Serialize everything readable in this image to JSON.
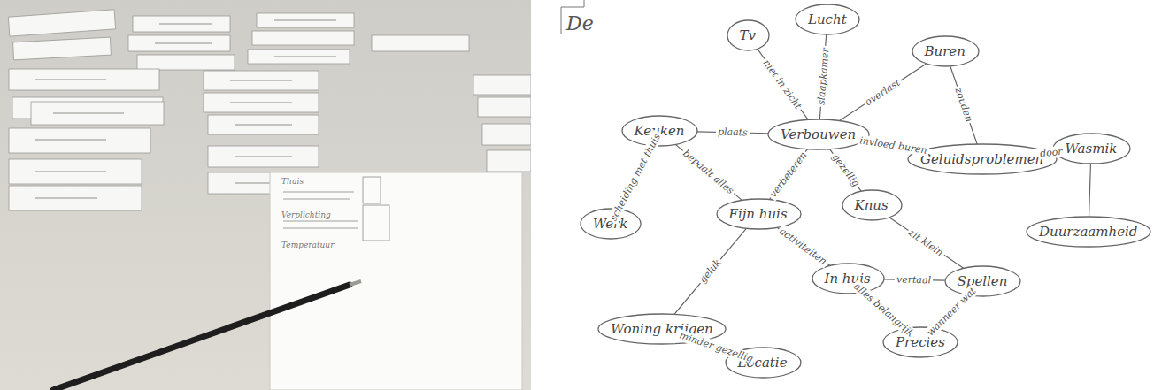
{
  "diagram": {
    "nodes": [
      {
        "text": [
          "Tv"
        ]
      },
      {
        "text": [
          "Lucht"
        ]
      },
      {
        "text": [
          "Verbouwen"
        ]
      },
      {
        "text": [
          "Buren"
        ]
      },
      {
        "text": [
          "Keuken"
        ]
      },
      {
        "text": [
          "Geluidsproblemen"
        ]
      },
      {
        "text": [
          "Wasmik"
        ]
      },
      {
        "text": [
          "Werk"
        ]
      },
      {
        "text": [
          "Fijn huis"
        ]
      },
      {
        "text": [
          "Knus"
        ]
      },
      {
        "text": [
          "Duurzaamheid"
        ]
      },
      {
        "text": [
          "In huis"
        ]
      },
      {
        "text": [
          "Spellen"
        ]
      },
      {
        "text": [
          "Woning krijgen"
        ]
      },
      {
        "text": [
          "Precies"
        ]
      },
      {
        "text": [
          "Locatie"
        ]
      }
    ],
    "edges": [
      {
        "from": 0,
        "to": 2,
        "label": "niet in zicht",
        "arrow": "none"
      },
      {
        "from": 1,
        "to": 2,
        "label": "slaapkamer",
        "arrow": "none"
      },
      {
        "from": 2,
        "to": 3,
        "label": "overlast",
        "arrow": "none"
      },
      {
        "from": 4,
        "to": 2,
        "label": "plaats",
        "arrow": "none"
      },
      {
        "from": 2,
        "to": 5,
        "label": "invloed buren",
        "arrow": "none"
      },
      {
        "from": 3,
        "to": 5,
        "label": "zouden",
        "arrow": "none"
      },
      {
        "from": 5,
        "to": 6,
        "label": "door",
        "arrow": "none"
      },
      {
        "from": 6,
        "to": 10,
        "arrow": "none"
      },
      {
        "from": 4,
        "to": 7,
        "label": "scheiding met thuis",
        "arrow": "none"
      },
      {
        "from": 4,
        "to": 8,
        "label": "bepaalt alles",
        "arrow": "none"
      },
      {
        "from": 2,
        "to": 8,
        "label": "verbeteren",
        "arrow": "none"
      },
      {
        "from": 2,
        "to": 9,
        "label": "gezellig",
        "arrow": "none"
      },
      {
        "from": 9,
        "to": 12,
        "label": "zit klein",
        "arrow": "none"
      },
      {
        "from": 8,
        "to": 11,
        "label": "activiteiten",
        "arrow": "none"
      },
      {
        "from": 11,
        "to": 12,
        "label": "vertaal",
        "arrow": "none"
      },
      {
        "from": 11,
        "to": 14,
        "label": "alles belangrijk",
        "arrow": "none"
      },
      {
        "from": 12,
        "to": 14,
        "label": "wanneer wat",
        "arrow": "none"
      },
      {
        "from": 8,
        "to": 13,
        "label": "geluk",
        "arrow": "none"
      },
      {
        "from": 13,
        "to": 15,
        "label": "minder gezellig",
        "arrow": "none"
      }
    ],
    "labels": [
      "De",
      "Thuis",
      "Verplichting",
      "Temperatuur"
    ]
  }
}
